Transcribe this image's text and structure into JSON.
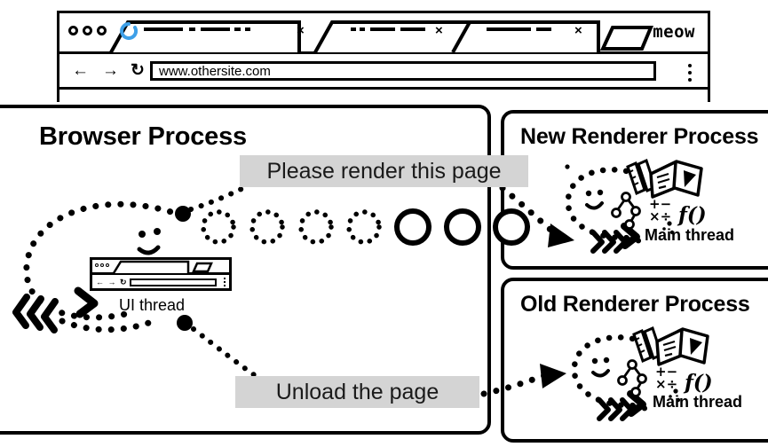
{
  "browser_window": {
    "url": "www.othersite.com",
    "brand_label": "meow",
    "window_dots": [
      "dot",
      "dot",
      "dot"
    ],
    "tabs": [
      {
        "name": "tab-1-loading",
        "close_label": "×",
        "loading": true,
        "title_redacted": true
      },
      {
        "name": "tab-2",
        "close_label": "×",
        "loading": false,
        "title_redacted": true
      },
      {
        "name": "tab-3",
        "close_label": "×",
        "loading": false,
        "title_redacted": true
      }
    ],
    "new_tab_label": "+",
    "nav": {
      "back": "←",
      "forward": "→",
      "reload": "↻"
    },
    "menu_icon": "kebab-menu-icon",
    "spinner_color": "#3ea0e8"
  },
  "panels": {
    "browser_process": {
      "title": "Browser Process",
      "ui_thread_label": "UI thread"
    },
    "new_renderer": {
      "title": "New Renderer Process",
      "main_thread_label": "Main thread"
    },
    "old_renderer": {
      "title": "Old Renderer Process",
      "main_thread_label": "Main thread"
    }
  },
  "messages": {
    "render_request": "Please render this page",
    "unload_request": "Unload the page"
  },
  "colors": {
    "chip_background": "#d4d4d4",
    "stroke": "#000000",
    "spinner_blue": "#3ea0e8",
    "page_background": "#ffffff"
  },
  "queue": {
    "pending_circles": 4,
    "filled_circles": 3,
    "description": "task queue circles"
  }
}
